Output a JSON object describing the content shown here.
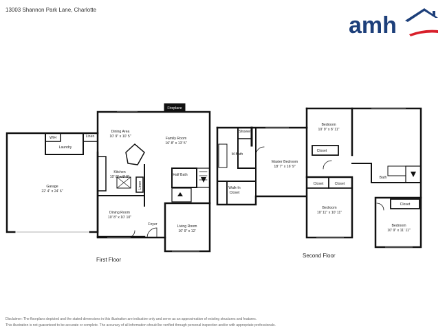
{
  "header": {
    "address": "13003 Shannon Park Lane, Charlotte"
  },
  "brand": {
    "name": "amh",
    "text_color": "#1d3f7a",
    "accent_color": "#d81f2a",
    "roof_color": "#1d3f7a"
  },
  "floors": [
    {
      "label": "First Floor"
    },
    {
      "label": "Second Floor"
    }
  ],
  "rooms": {
    "wh": {
      "name": "W/H"
    },
    "laundry": {
      "name": "Laundry"
    },
    "linen1": {
      "name": "Linen"
    },
    "dining_area": {
      "name": "Dining Area",
      "dims": "10' 9\" x 10' 5\""
    },
    "fireplace": {
      "name": "Fireplace"
    },
    "family_room": {
      "name": "Family Room",
      "dims": "16' 8\" x 13' 5\""
    },
    "kitchen": {
      "name": "Kitchen",
      "dims": "10' 8\" x 8' 5\""
    },
    "linen2": {
      "name": "Linen"
    },
    "half_bath": {
      "name": "Half Bath"
    },
    "garage": {
      "name": "Garage",
      "dims": "22' 4\" x 24' 6\""
    },
    "dining_room": {
      "name": "Dining Room",
      "dims": "10' 8\" x 10' 10\""
    },
    "foyer": {
      "name": "Foyer"
    },
    "living_room": {
      "name": "Living Room",
      "dims": "10' 9\" x 12'"
    },
    "shower": {
      "name": "Shower"
    },
    "mbath": {
      "name": "M.Bath"
    },
    "walkin": {
      "name": "Walk-In",
      "name2": "Closet"
    },
    "master_bedroom": {
      "name": "Master Bedroom",
      "dims": "18' 7\" x 16' 9\""
    },
    "bedroom_top": {
      "name": "Bedroom",
      "dims": "10' 9\" x 8' 11\""
    },
    "closet_top": {
      "name": "Closet"
    },
    "bath": {
      "name": "Bath"
    },
    "closet_mid1": {
      "name": "Closet"
    },
    "closet_mid2": {
      "name": "Closet"
    },
    "bedroom_mid": {
      "name": "Bedroom",
      "dims": "10' 11\" x 10' 11\""
    },
    "closet_right": {
      "name": "Closet"
    },
    "bedroom_right": {
      "name": "Bedroom",
      "dims": "10' 9\" x 11' 11\""
    }
  },
  "disclaimer": {
    "line1": "Disclaimer: The floorplans depicted and the stated dimensions in this illustration are indicative only and serve as an approximation of existing structures and features.",
    "line2": "This illustration is not guaranteed to be accurate or complete. The accuracy of all information should be verified through personal inspection and/or with appropriate professionals."
  }
}
